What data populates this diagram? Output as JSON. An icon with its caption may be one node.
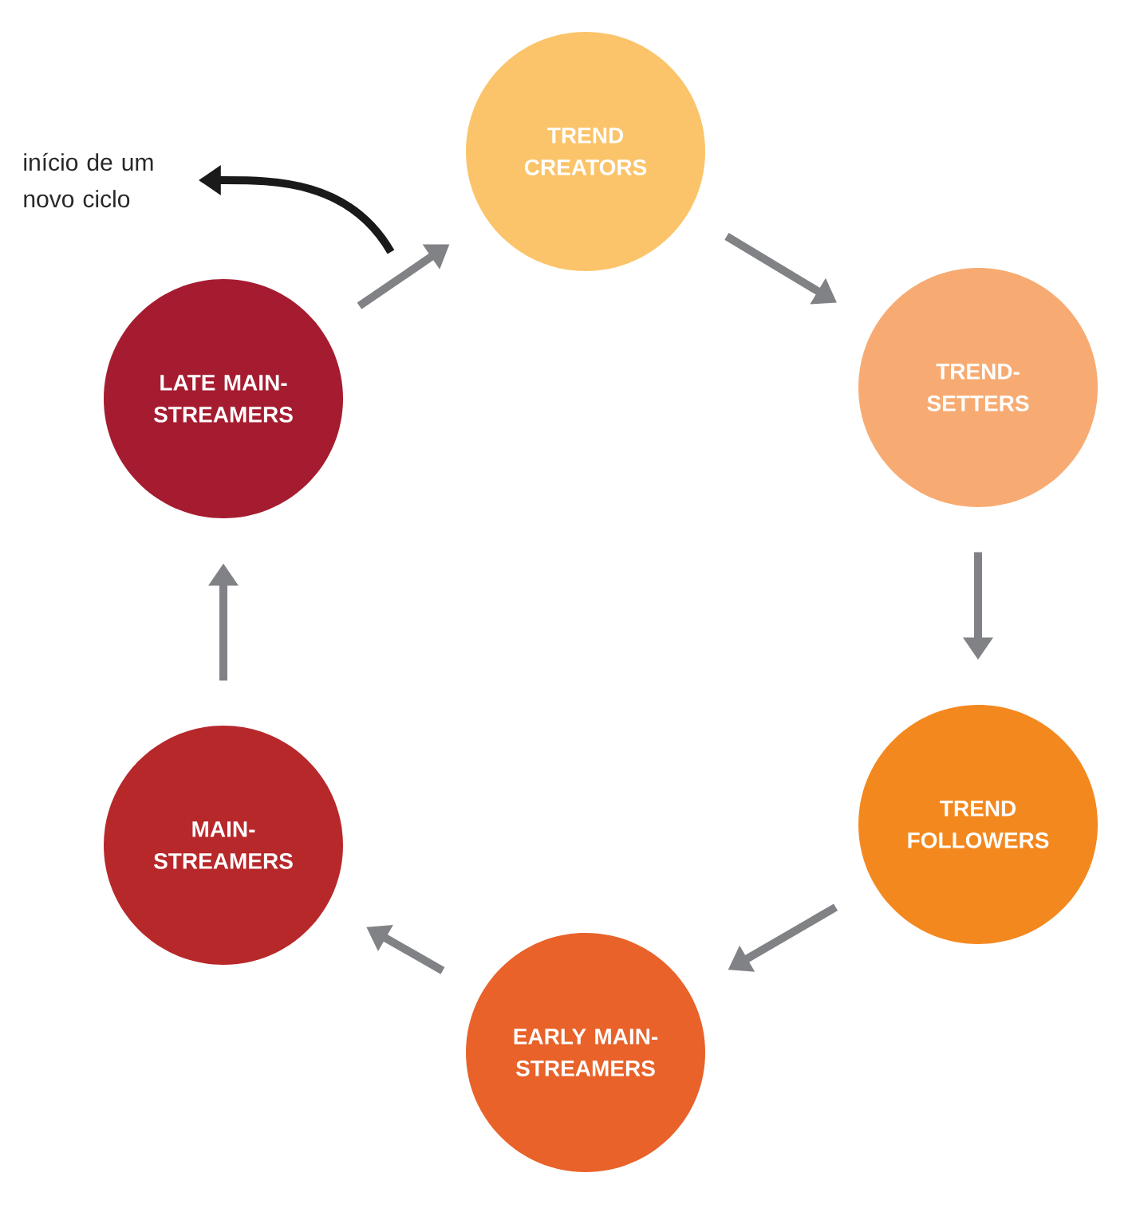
{
  "diagram": {
    "nodes": [
      {
        "text": [
          "TREND CREATORS"
        ]
      },
      {
        "text": [
          "TREND-SETTERS"
        ]
      },
      {
        "text": [
          "TREND FOLLOWERS"
        ]
      },
      {
        "text": [
          "EARLY MAIN-STREAMERS"
        ]
      },
      {
        "text": [
          "MAIN-STREAMERS"
        ]
      },
      {
        "text": [
          "LATE MAIN-STREAMERS"
        ]
      },
      {
        "text": [
          "início de um novo ciclo"
        ]
      }
    ],
    "edges": [
      {
        "from": 0,
        "to": 1,
        "arrow": "to"
      },
      {
        "from": 1,
        "to": 2,
        "arrow": "to"
      },
      {
        "from": 2,
        "to": 3,
        "arrow": "to"
      },
      {
        "from": 3,
        "to": 4,
        "arrow": "to"
      },
      {
        "from": 4,
        "to": 5,
        "arrow": "to"
      },
      {
        "from": 5,
        "to": 0,
        "arrow": "to"
      },
      {
        "from": null,
        "to": 6,
        "arrow": "to",
        "color": "#1a1a1a"
      }
    ]
  }
}
